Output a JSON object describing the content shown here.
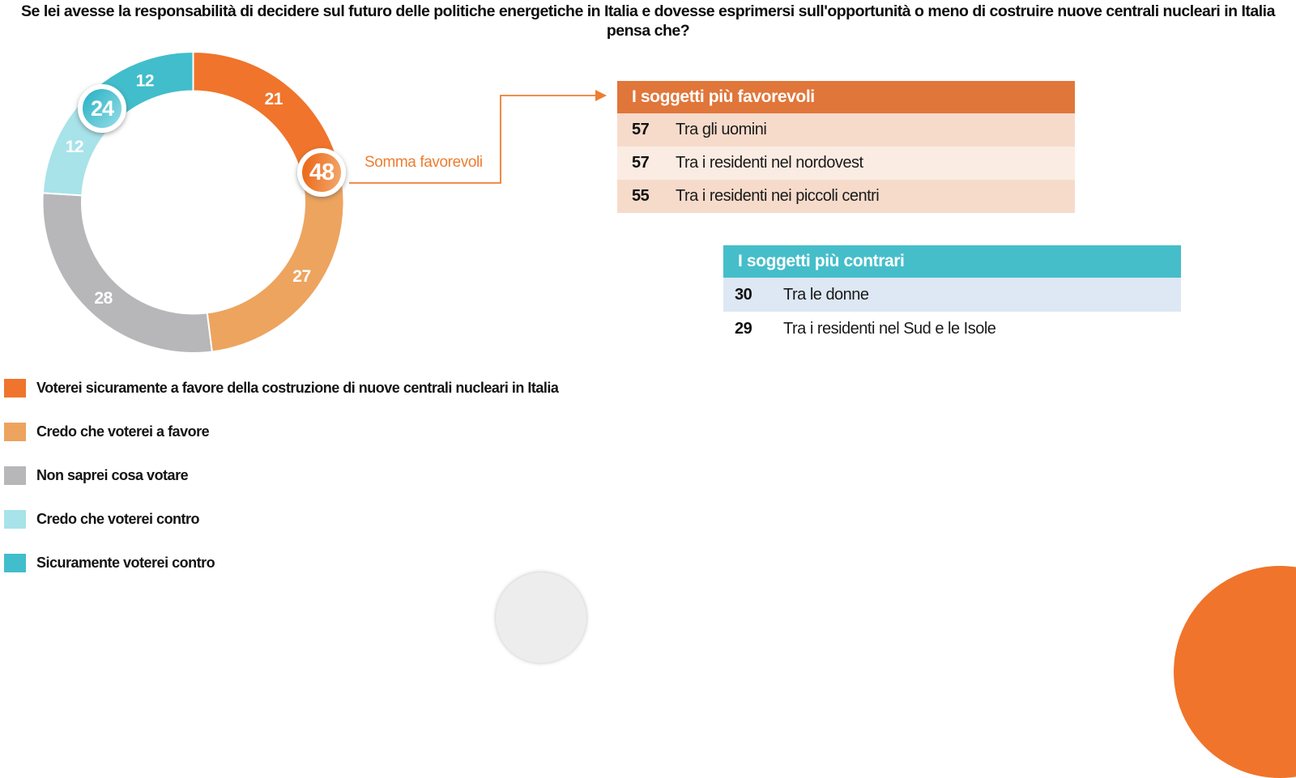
{
  "title": "Se lei avesse la responsabilità di decidere sul futuro delle politiche energetiche in Italia e dovesse esprimersi sull'opportunità o meno di costruire nuove centrali nucleari in Italia pensa che?",
  "chart_data": {
    "type": "pie",
    "subtype": "donut",
    "title": "Se lei avesse la responsabilità di decidere sul futuro delle politiche energetiche in Italia e dovesse esprimersi sull'opportunità o meno di costruire nuove centrali nucleari in Italia pensa che?",
    "categories": [
      "Voterei sicuramente a favore della costruzione di nuove centrali nucleari in Italia",
      "Credo che voterei a favore",
      "Non saprei cosa votare",
      "Credo che voterei contro",
      "Sicuramente voterei contro"
    ],
    "values": [
      21,
      27,
      28,
      12,
      12
    ],
    "colors": [
      "#F0742B",
      "#EDA45F",
      "#B7B7BA",
      "#A7E3E9",
      "#41BDCB"
    ],
    "start_angle_deg": 0,
    "direction": "clockwise",
    "legend_position": "bottom-left",
    "annotations": {
      "somma_favorevoli": {
        "value": "48",
        "label": "Somma favorevoli"
      },
      "somma_contrari": {
        "value": "24"
      }
    }
  },
  "callout": {
    "somma_favorevoli_label": "Somma favorevoli"
  },
  "badges": {
    "favorevoli": "48",
    "contrari": "24"
  },
  "tables": {
    "favorevoli": {
      "header": "I soggetti più favorevoli",
      "header_color": "#E0763A",
      "rows": [
        {
          "value": "57",
          "label": "Tra gli uomini"
        },
        {
          "value": "57",
          "label": "Tra i residenti nel nordovest"
        },
        {
          "value": "55",
          "label": "Tra i residenti nei piccoli centri"
        }
      ]
    },
    "contrari": {
      "header": "I soggetti più contrari",
      "header_color": "#45BECA",
      "rows": [
        {
          "value": "30",
          "label": "Tra le donne"
        },
        {
          "value": "29",
          "label": "Tra i residenti nel Sud e le Isole"
        }
      ]
    }
  },
  "legend": {
    "items": [
      {
        "label": "Voterei sicuramente a favore della costruzione di nuove centrali nucleari in Italia",
        "color": "#F0742B"
      },
      {
        "label": "Credo che voterei a favore",
        "color": "#EDA45F"
      },
      {
        "label": "Non saprei cosa votare",
        "color": "#B7B7BA"
      },
      {
        "label": "Credo che voterei contro",
        "color": "#A7E3E9"
      },
      {
        "label": "Sicuramente voterei contro",
        "color": "#41BDCB"
      }
    ]
  },
  "accent_colors": {
    "arrow": "#ED7D31"
  }
}
